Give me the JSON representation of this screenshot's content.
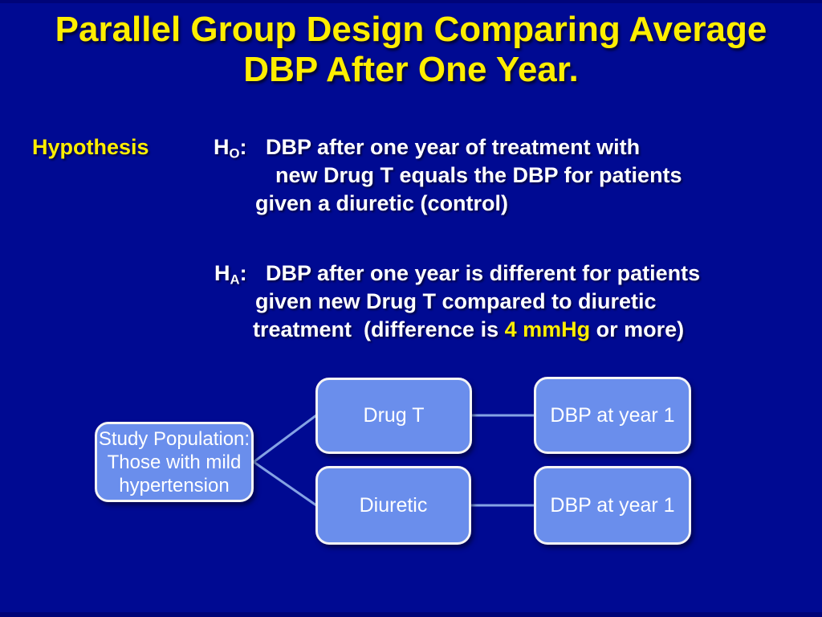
{
  "slide": {
    "title": {
      "line1": "Parallel Group Design Comparing Average",
      "line2": "DBP After One Year."
    },
    "hypothesis_label": "Hypothesis",
    "h0": {
      "base": "H",
      "sub": "O",
      "colon": ":",
      "line1": "DBP after one year of treatment with",
      "line2": "new Drug T equals the DBP for patients",
      "line3": "given a diuretic (control)"
    },
    "ha": {
      "base": "H",
      "sub": "A",
      "colon": ":",
      "line1": "DBP after one year is different for patients",
      "line2": "given new Drug T compared to diuretic",
      "line3_pre": "treatment  (difference is ",
      "line3_highlight": "4 mmHg",
      "line3_post": " or more)"
    },
    "diagram": {
      "study_population": {
        "line1": "Study Population:",
        "line2": "Those with mild",
        "line3": "hypertension"
      },
      "drug_t": "Drug T",
      "diuretic": "Diuretic",
      "dbp_top": "DBP at year 1",
      "dbp_bottom": "DBP at year 1"
    },
    "colors": {
      "background": "#000A92",
      "title": "#FFEE00",
      "body_text": "#FFFFFF",
      "highlight": "#FFEE00",
      "box_fill": "#6A8EEC",
      "box_border": "#F5F5F5",
      "connector": "#84A2E4"
    }
  }
}
